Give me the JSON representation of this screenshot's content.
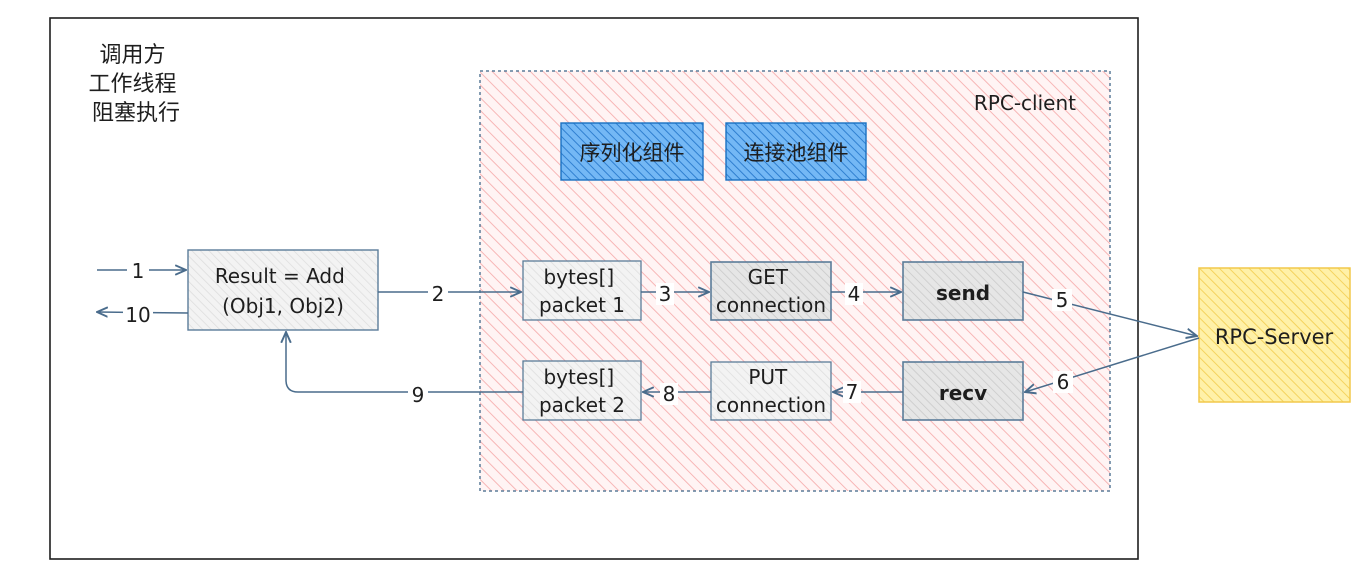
{
  "caller": {
    "lines": [
      "调用方",
      "工作线程",
      "阻塞执行"
    ]
  },
  "client": {
    "label": "RPC-client"
  },
  "components": {
    "serializer": "序列化组件",
    "pool": "连接池组件"
  },
  "nodes": {
    "result": [
      "Result = Add",
      "(Obj1, Obj2)"
    ],
    "packet1": [
      "bytes[]",
      "packet 1"
    ],
    "getconn": [
      "GET",
      "connection"
    ],
    "send": "send",
    "packet2": [
      "bytes[]",
      "packet 2"
    ],
    "putconn": [
      "PUT",
      "connection"
    ],
    "recv": "recv",
    "server": "RPC-Server"
  },
  "edges": {
    "e1": "1",
    "e2": "2",
    "e3": "3",
    "e4": "4",
    "e5": "5",
    "e6": "6",
    "e7": "7",
    "e8": "8",
    "e9": "9",
    "e10": "10"
  },
  "colors": {
    "outline": "#1e1e1e",
    "client_fill": "#ffc9c9",
    "client_border": "#5b7c99",
    "component_fill": "#4dabf7",
    "component_stroke": "#1971c2",
    "node_fill": "#f1f1f1",
    "node_border": "#5b7c99",
    "dark_node_fill": "#dedede",
    "server_fill": "#ffe066",
    "server_border": "#f2c94c",
    "edge": "#4a6c8c"
  }
}
